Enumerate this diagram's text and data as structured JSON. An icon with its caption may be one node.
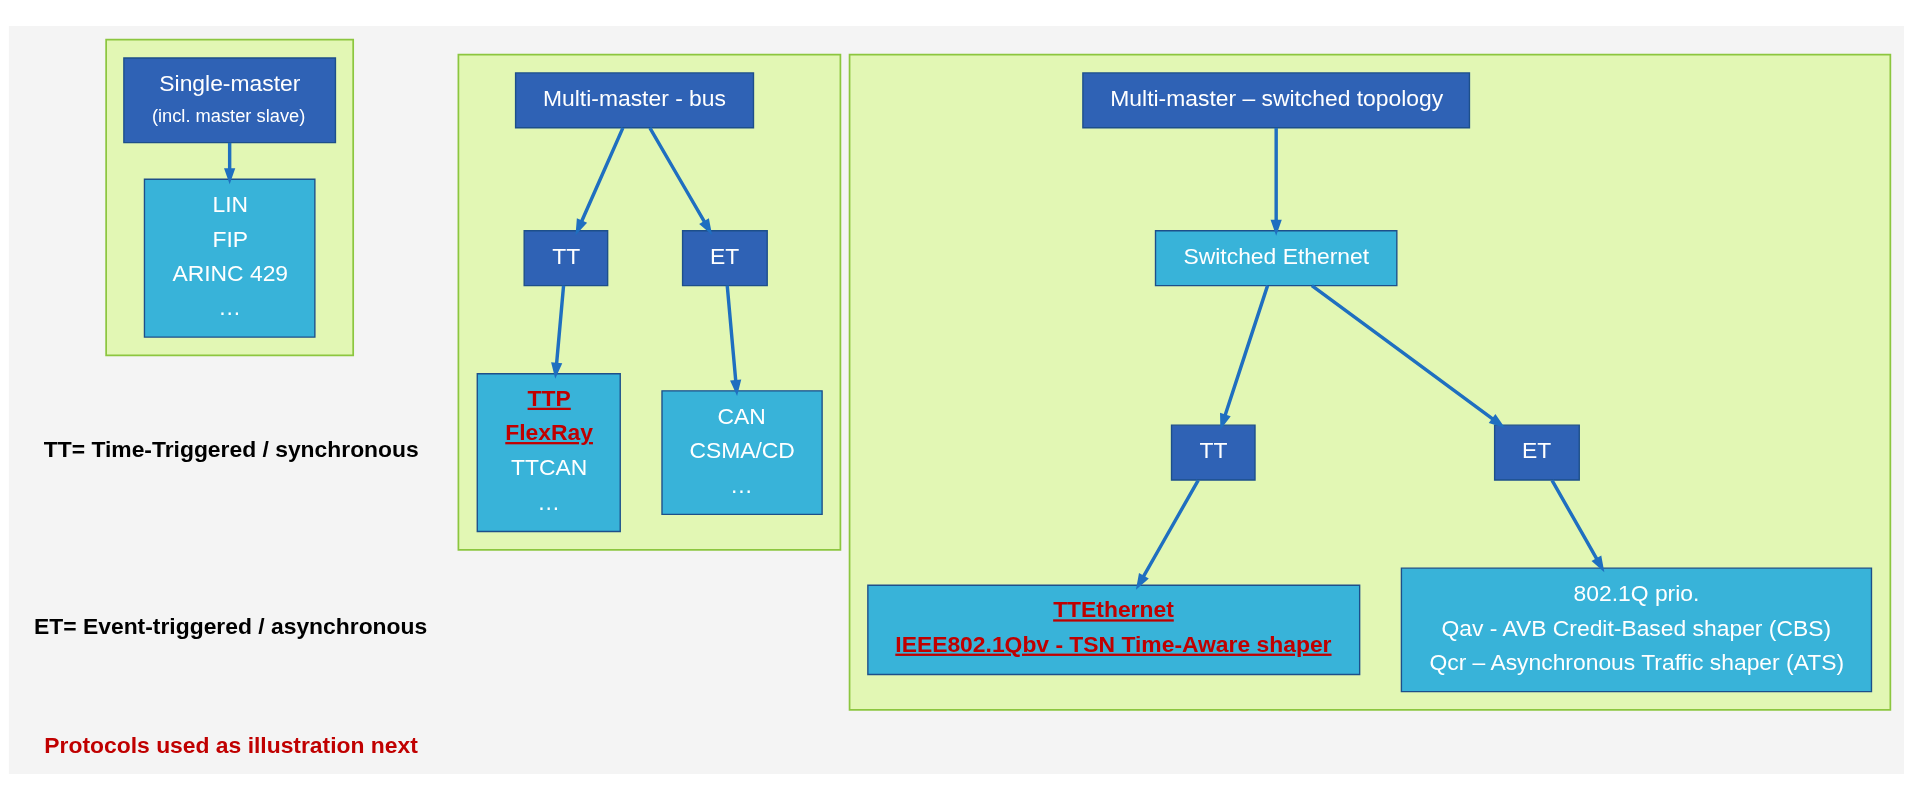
{
  "diagram": {
    "nodes": [
      {
        "text": [],
        "shape": "box"
      },
      {
        "text": [
          "Single-master",
          "(incl. master slave)"
        ],
        "in": 0
      },
      {
        "text": [
          "LIN",
          "FIP",
          "ARINC 429",
          "…"
        ],
        "in": 0
      },
      {
        "text": [],
        "shape": "box"
      },
      {
        "text": [
          "Multi-master - bus"
        ],
        "in": 3
      },
      {
        "text": [
          "TT"
        ],
        "in": 3
      },
      {
        "text": [
          "ET"
        ],
        "in": 3
      },
      {
        "text": [
          "TTP",
          "FlexRay",
          "TTCAN",
          "…"
        ],
        "in": 3
      },
      {
        "text": [
          "CAN",
          "CSMA/CD",
          "…"
        ],
        "in": 3
      },
      {
        "text": [],
        "shape": "box"
      },
      {
        "text": [
          "Multi-master – switched topology"
        ],
        "in": 9
      },
      {
        "text": [
          "Switched Ethernet"
        ],
        "in": 9
      },
      {
        "text": [
          "TT"
        ],
        "in": 9
      },
      {
        "text": [
          "ET"
        ],
        "in": 9
      },
      {
        "text": [
          "TTEthernet",
          "IEEE802.1Qbv - TSN Time-Aware shaper"
        ],
        "in": 9
      },
      {
        "text": [
          "802.1Q prio.",
          "Qav - AVB Credit-Based shaper (CBS)",
          "Qcr – Asynchronous Traffic shaper (ATS)"
        ],
        "in": 9
      }
    ],
    "edges": [
      {
        "from": 1,
        "to": 2,
        "arrow": "to"
      },
      {
        "from": 4,
        "to": 5,
        "arrow": "to"
      },
      {
        "from": 4,
        "to": 6,
        "arrow": "to"
      },
      {
        "from": 5,
        "to": 7,
        "arrow": "to"
      },
      {
        "from": 6,
        "to": 8,
        "arrow": "to"
      },
      {
        "from": 10,
        "to": 11,
        "arrow": "to"
      },
      {
        "from": 11,
        "to": 12,
        "arrow": "to"
      },
      {
        "from": 11,
        "to": 13,
        "arrow": "to"
      },
      {
        "from": 12,
        "to": 14,
        "arrow": "to"
      },
      {
        "from": 13,
        "to": 15,
        "arrow": "to"
      }
    ],
    "labels": [
      "TT= Time-Triggered / synchronous",
      "ET= Event-triggered / asynchronous",
      "Protocols used as illustration next"
    ]
  }
}
